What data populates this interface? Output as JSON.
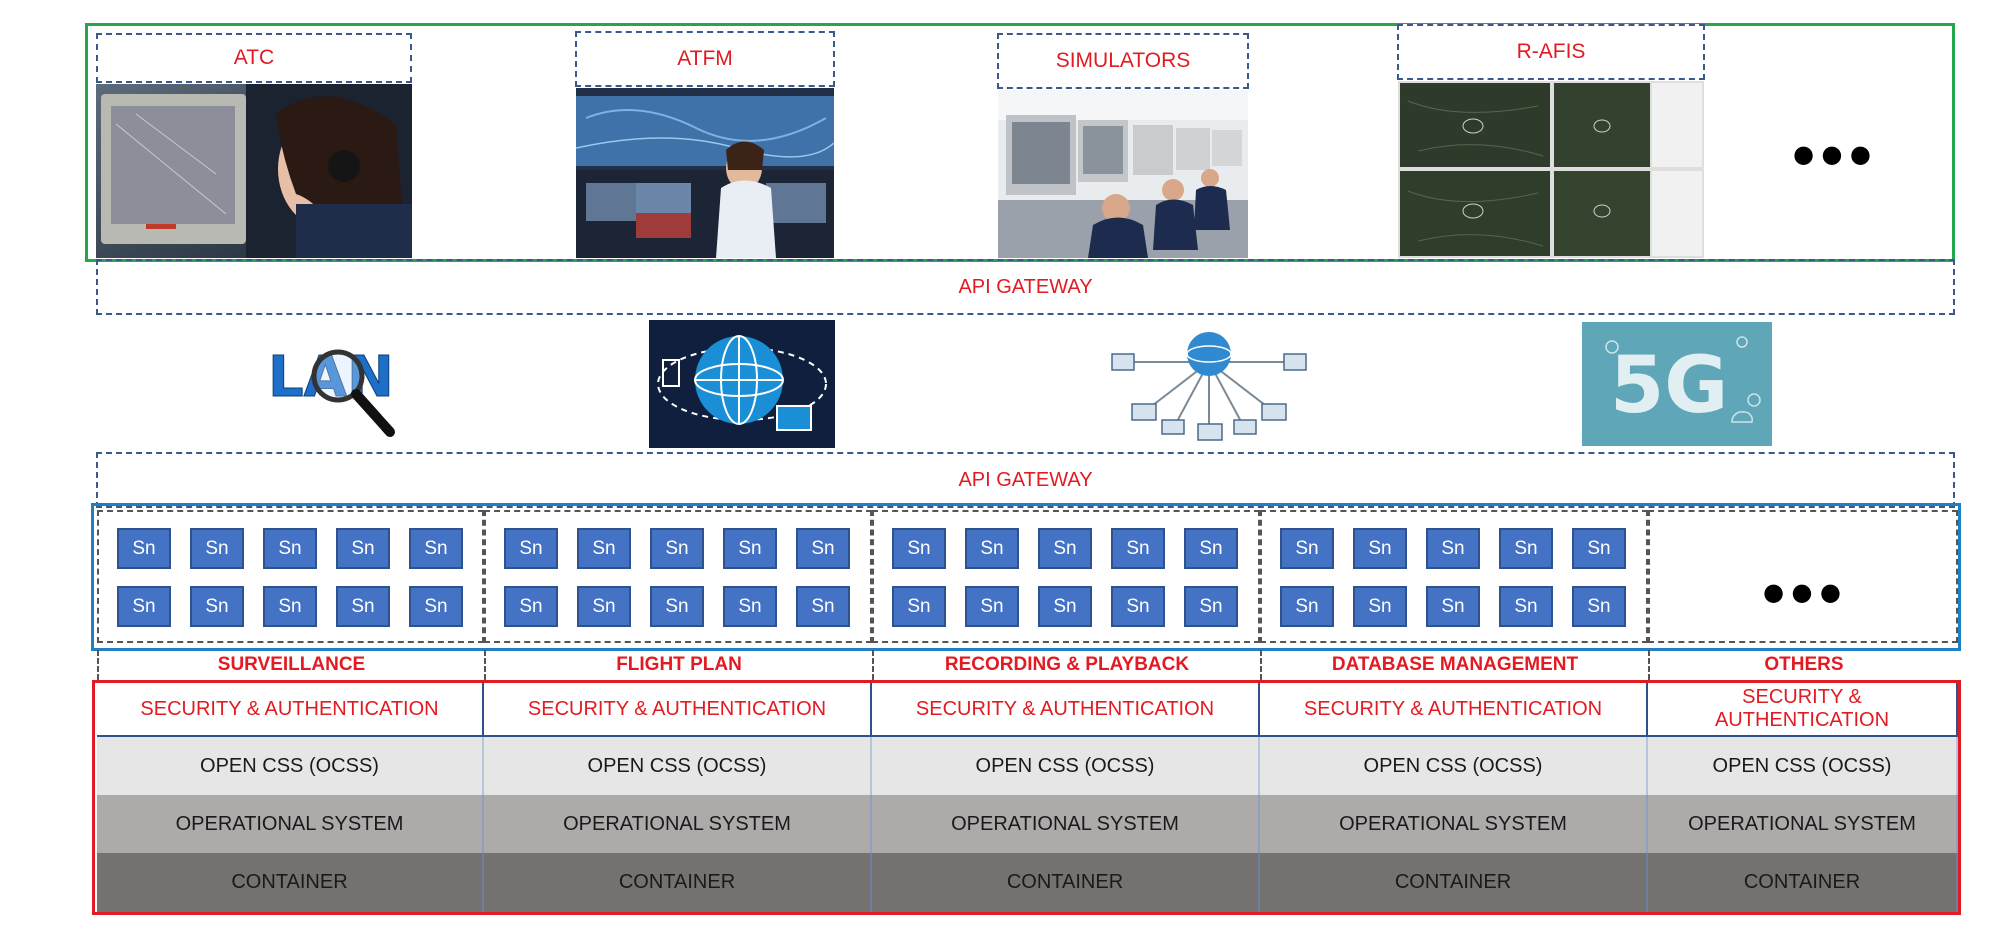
{
  "top_apps": [
    {
      "label": "ATC"
    },
    {
      "label": "ATFM"
    },
    {
      "label": "SIMULATORS"
    },
    {
      "label": "R-AFIS"
    }
  ],
  "api_gateway_top": "API GATEWAY",
  "network_icons": [
    "lan-icon",
    "globe-network-icon",
    "cloud-network-icon",
    "5g-icon"
  ],
  "api_gateway_bottom": "API GATEWAY",
  "service_label": "Sn",
  "ellipsis": "•••",
  "categories": [
    {
      "name": "SURVEILLANCE",
      "security": "SECURITY & AUTHENTICATION",
      "ocss": "OPEN CSS (OCSS)",
      "os": "OPERATIONAL SYSTEM",
      "container": "CONTAINER"
    },
    {
      "name": "FLIGHT PLAN",
      "security": "SECURITY & AUTHENTICATION",
      "ocss": "OPEN CSS (OCSS)",
      "os": "OPERATIONAL SYSTEM",
      "container": "CONTAINER"
    },
    {
      "name": "RECORDING & PLAYBACK",
      "security": "SECURITY & AUTHENTICATION",
      "ocss": "OPEN CSS (OCSS)",
      "os": "OPERATIONAL SYSTEM",
      "container": "CONTAINER"
    },
    {
      "name": "DATABASE MANAGEMENT",
      "security": "SECURITY & AUTHENTICATION",
      "ocss": "OPEN CSS (OCSS)",
      "os": "OPERATIONAL SYSTEM",
      "container": "CONTAINER"
    },
    {
      "name": "OTHERS",
      "security": "SECURITY & AUTHENTICATION",
      "ocss": "OPEN CSS (OCSS)",
      "os": "OPERATIONAL SYSTEM",
      "container": "CONTAINER"
    }
  ],
  "colors": {
    "apps_frame": "#22a84a",
    "services_frame": "#1f7fc4",
    "platform_frame": "#e21b22",
    "label_text": "#e21b22",
    "service_box": "#4472c4"
  }
}
